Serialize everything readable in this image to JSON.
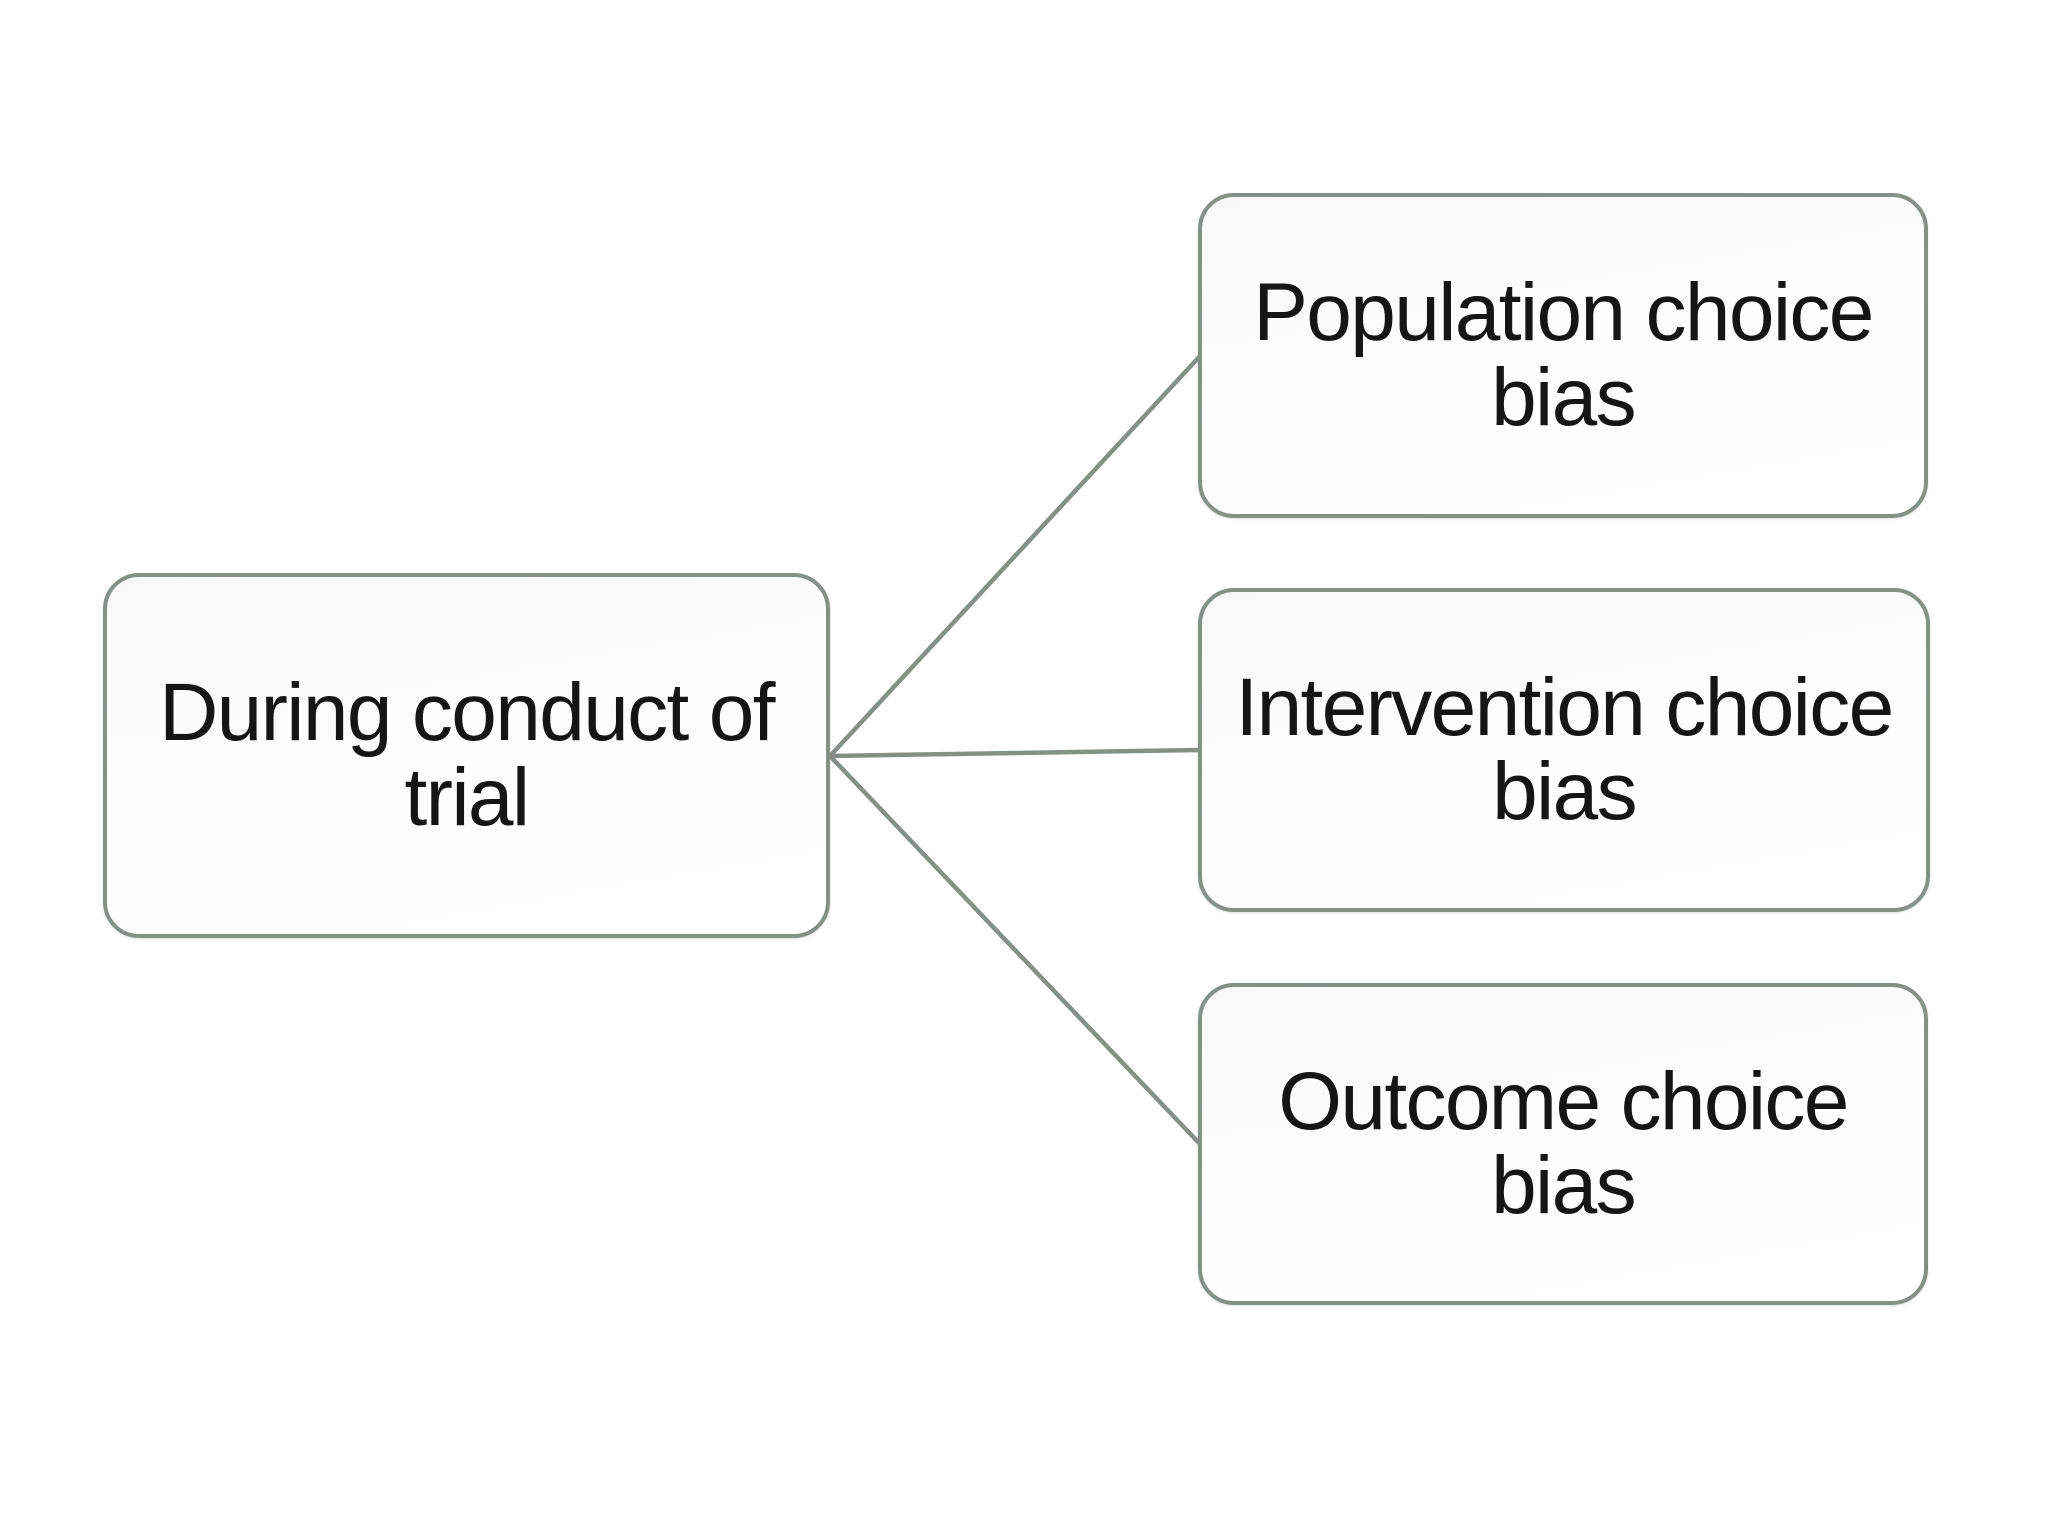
{
  "diagram": {
    "type": "hierarchy-left-to-right",
    "connector_color": "#869089",
    "box_border_color": "#869089",
    "box_fill_color": "#fbfcfb",
    "text_color": "#151515",
    "background_color": "#ffffff",
    "root": {
      "label": "During conduct of trial",
      "line1": "During conduct of",
      "line2": "trial"
    },
    "children": [
      {
        "label": "Population choice bias",
        "line1": "Population choice",
        "line2": "bias"
      },
      {
        "label": "Intervention choice bias",
        "line1": "Intervention choice",
        "line2": "bias"
      },
      {
        "label": "Outcome choice bias",
        "line1": "Outcome choice",
        "line2": "bias"
      }
    ]
  }
}
